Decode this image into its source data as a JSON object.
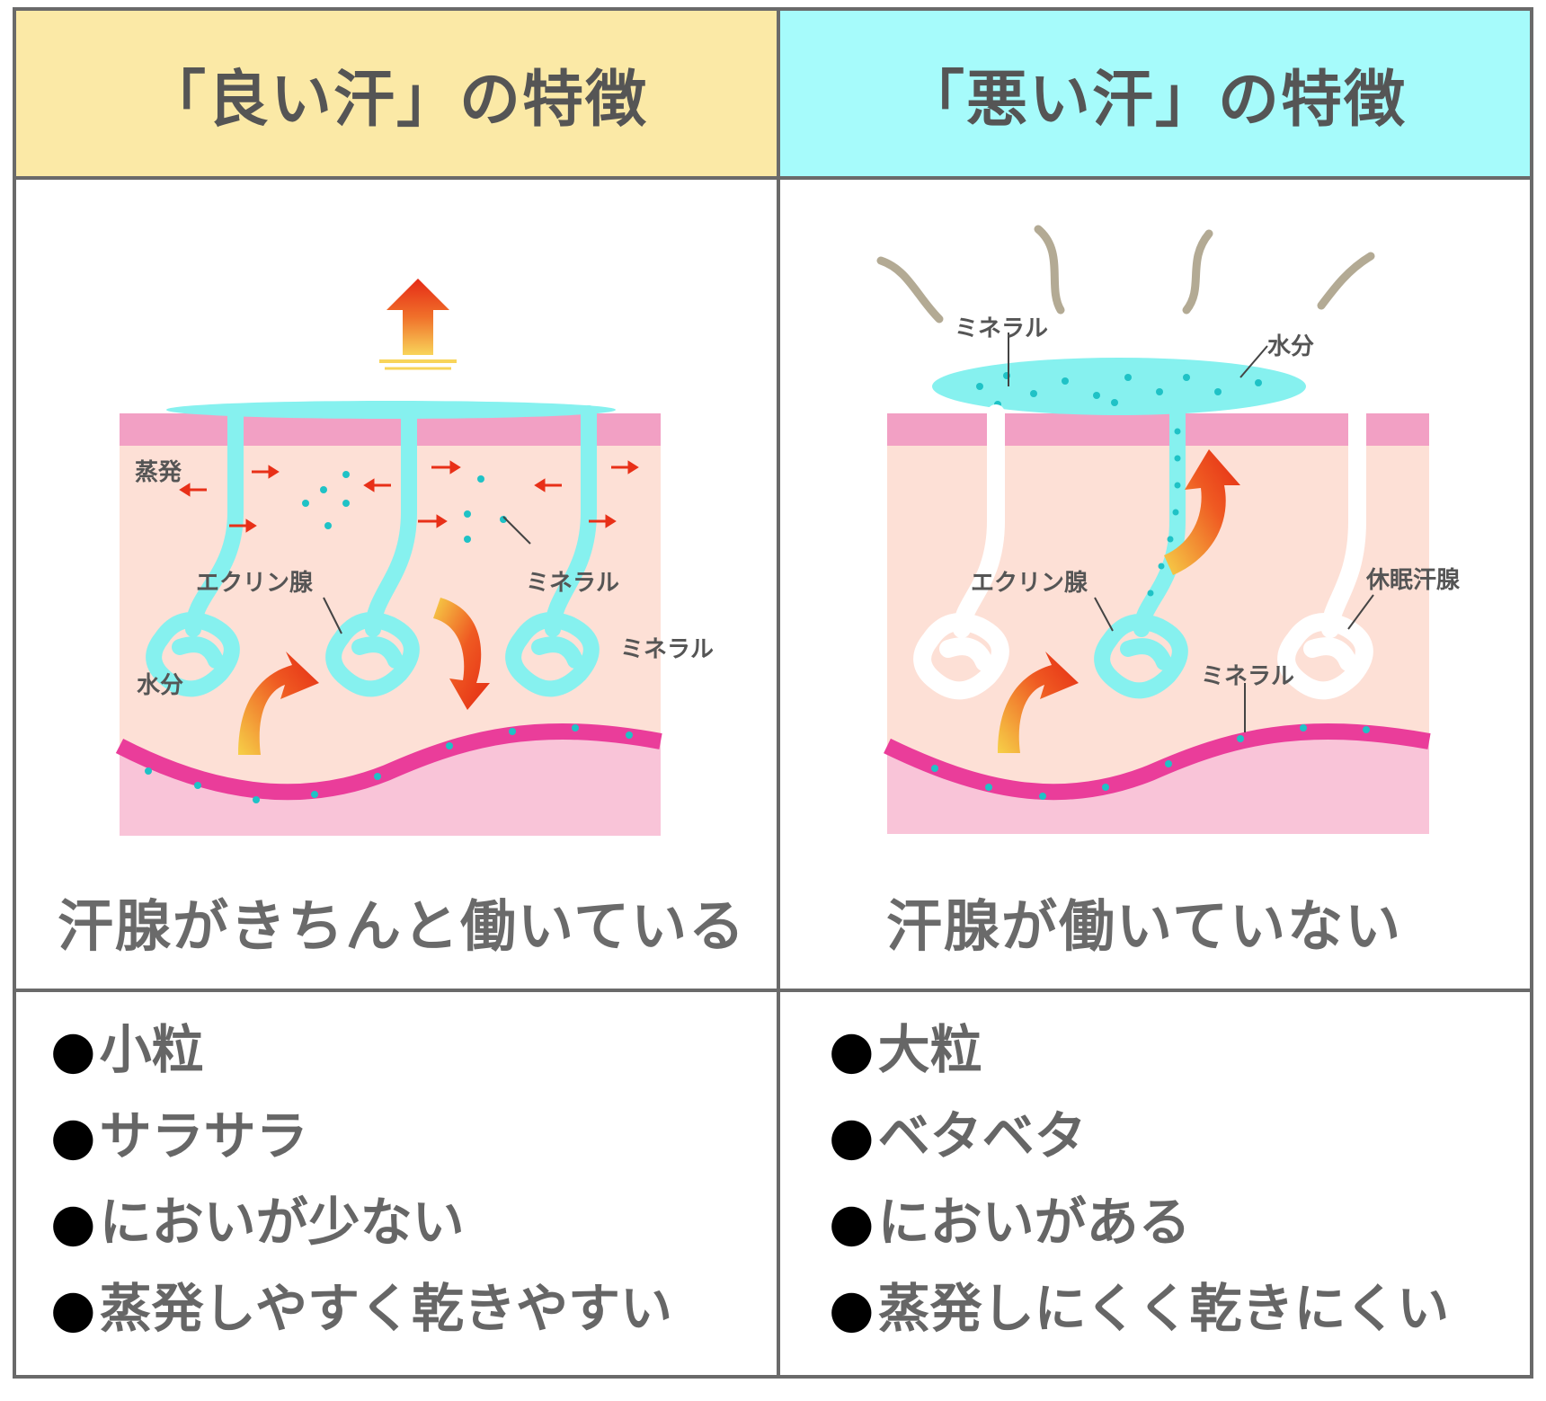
{
  "left": {
    "title": "「良い汗」の特徴",
    "caption": "汗腺がきちんと働いている",
    "labels": {
      "water_top": "蒸発",
      "eccrine": "エクリン腺",
      "mineral": "ミネラル",
      "water_bottom": "水分",
      "mineral_side": "ミネラル"
    },
    "bullets": [
      "小粒",
      "サラサラ",
      "においが少ない",
      "蒸発しやすく乾きやすい"
    ]
  },
  "right": {
    "title": "「悪い汗」の特徴",
    "caption": "汗腺が働いていない",
    "labels": {
      "mineral_top": "ミネラル",
      "water_top": "水分",
      "eccrine": "エクリン腺",
      "dormant": "休眠汗腺",
      "mineral_bottom": "ミネラル"
    },
    "bullets": [
      "大粒",
      "ベタベタ",
      "においがある",
      "蒸発しにくく乾きにくい"
    ]
  },
  "bullet_mark": "●",
  "colors": {
    "good_header": "#fbe9a6",
    "bad_header": "#a6fbfb",
    "skin_top": "#f2a0c4",
    "skin_mid": "#fde0d6",
    "skin_bottom": "#f9c4d8",
    "vessel": "#ea3d9a",
    "gland": "#86f1ef",
    "dot": "#1fc2c6",
    "odor": "#b3aa94",
    "arrow_red": "#e83018",
    "arrow_yellow": "#f7c83c"
  },
  "icons": [
    "up-arrow-icon",
    "curved-arrow-icon",
    "odor-wave-icon"
  ]
}
